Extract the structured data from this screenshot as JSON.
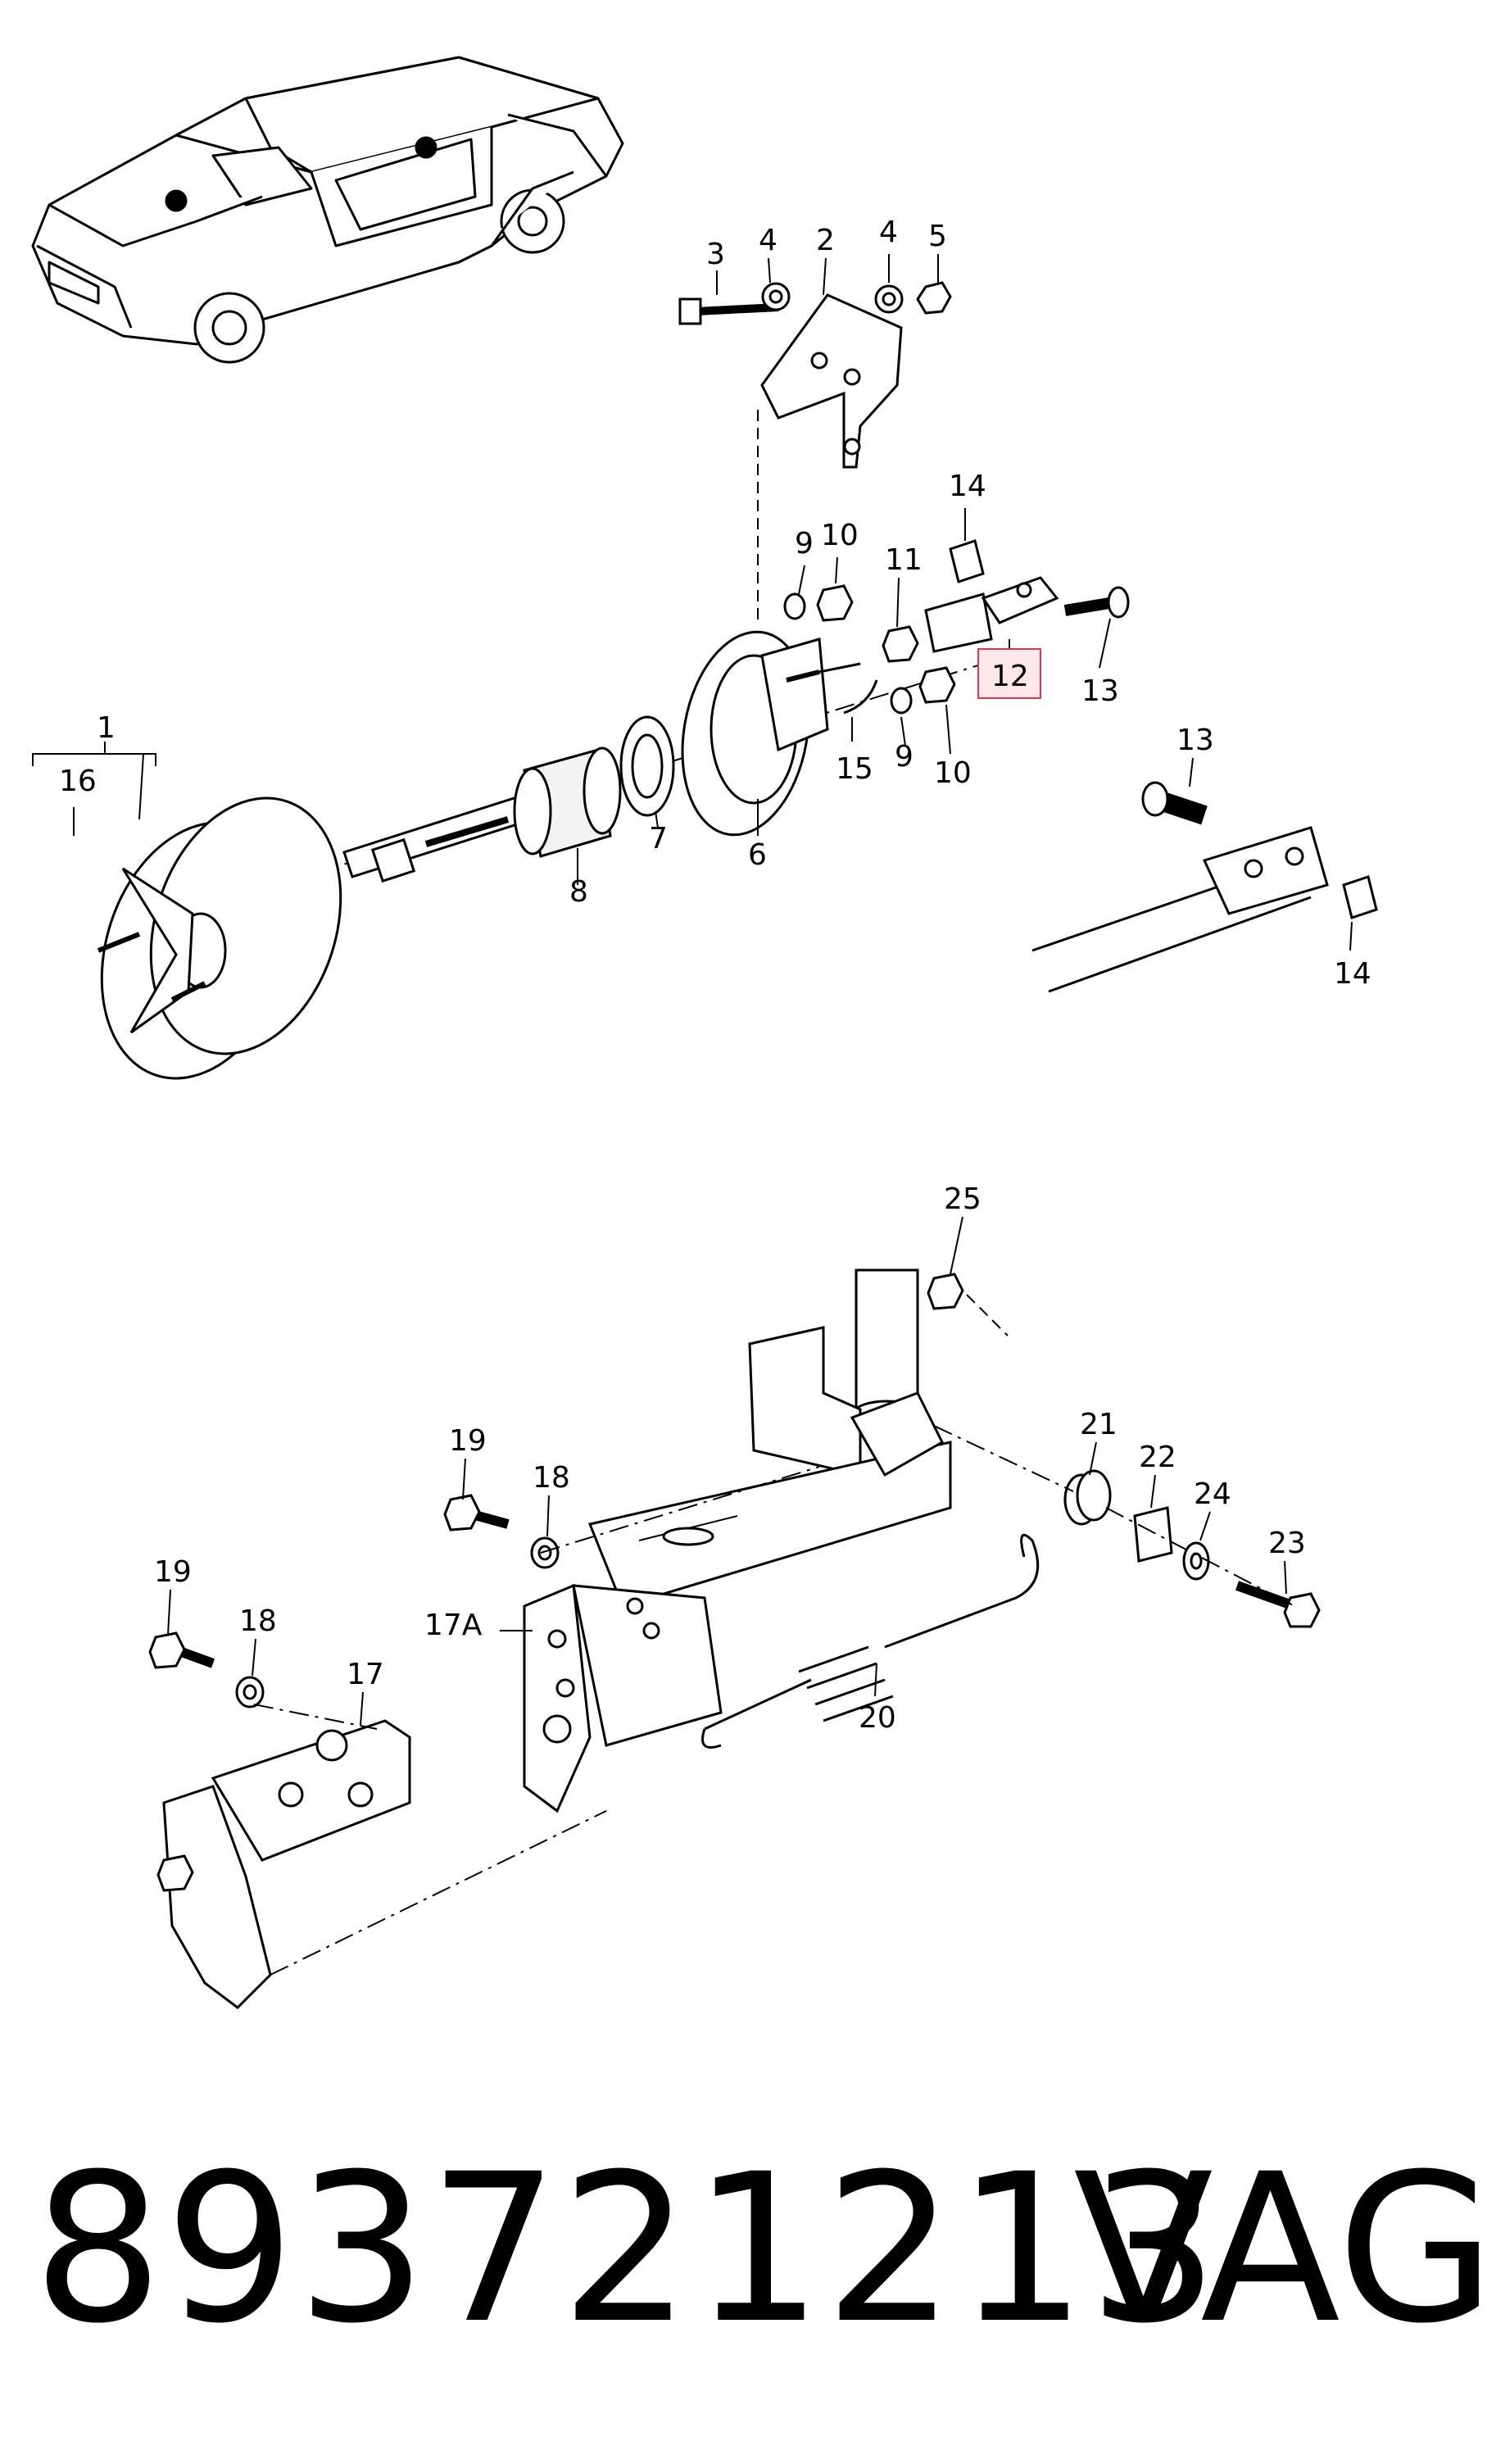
{
  "callouts": {
    "c1": "1",
    "c2": "2",
    "c3": "3",
    "c4a": "4",
    "c4b": "4",
    "c5": "5",
    "c6": "6",
    "c7": "7",
    "c8": "8",
    "c9a": "9",
    "c9b": "9",
    "c10a": "10",
    "c10b": "10",
    "c11": "11",
    "c12": "12",
    "c13a": "13",
    "c13b": "13",
    "c14a": "14",
    "c14b": "14",
    "c15": "15",
    "c16": "16",
    "c17": "17",
    "c17a": "17A",
    "c18a": "18",
    "c18b": "18",
    "c19a": "19",
    "c19b": "19",
    "c20": "20",
    "c21": "21",
    "c22": "22",
    "c23": "23",
    "c24": "24",
    "c25": "25"
  },
  "highlight_color": "#d9374d",
  "footer": {
    "part_number": "893721213",
    "brand": "VAG"
  }
}
